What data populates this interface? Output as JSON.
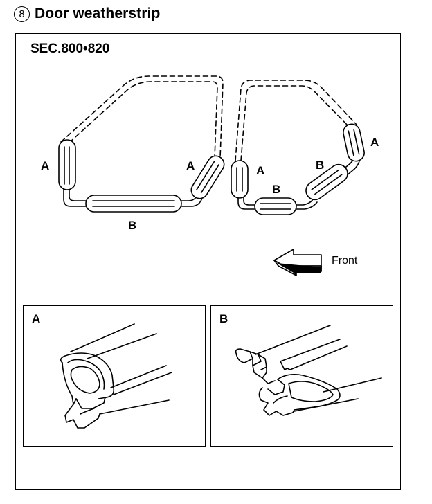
{
  "heading": {
    "number": "8",
    "title": "Door weatherstrip"
  },
  "diagram": {
    "section_label": "SEC.800•820",
    "callouts": {
      "front_door_upper_front": "A",
      "front_door_bottom": "B",
      "front_door_rear": "A",
      "rear_door_front": "A",
      "rear_door_bottom": "B",
      "rear_door_rear_lower": "B",
      "rear_door_rear_upper": "A"
    },
    "direction": {
      "label": "Front",
      "icon": "arrow-left-icon"
    }
  },
  "details": [
    {
      "label": "A",
      "icon": "weatherstrip-section-a"
    },
    {
      "label": "B",
      "icon": "weatherstrip-section-b-with-clip"
    }
  ]
}
